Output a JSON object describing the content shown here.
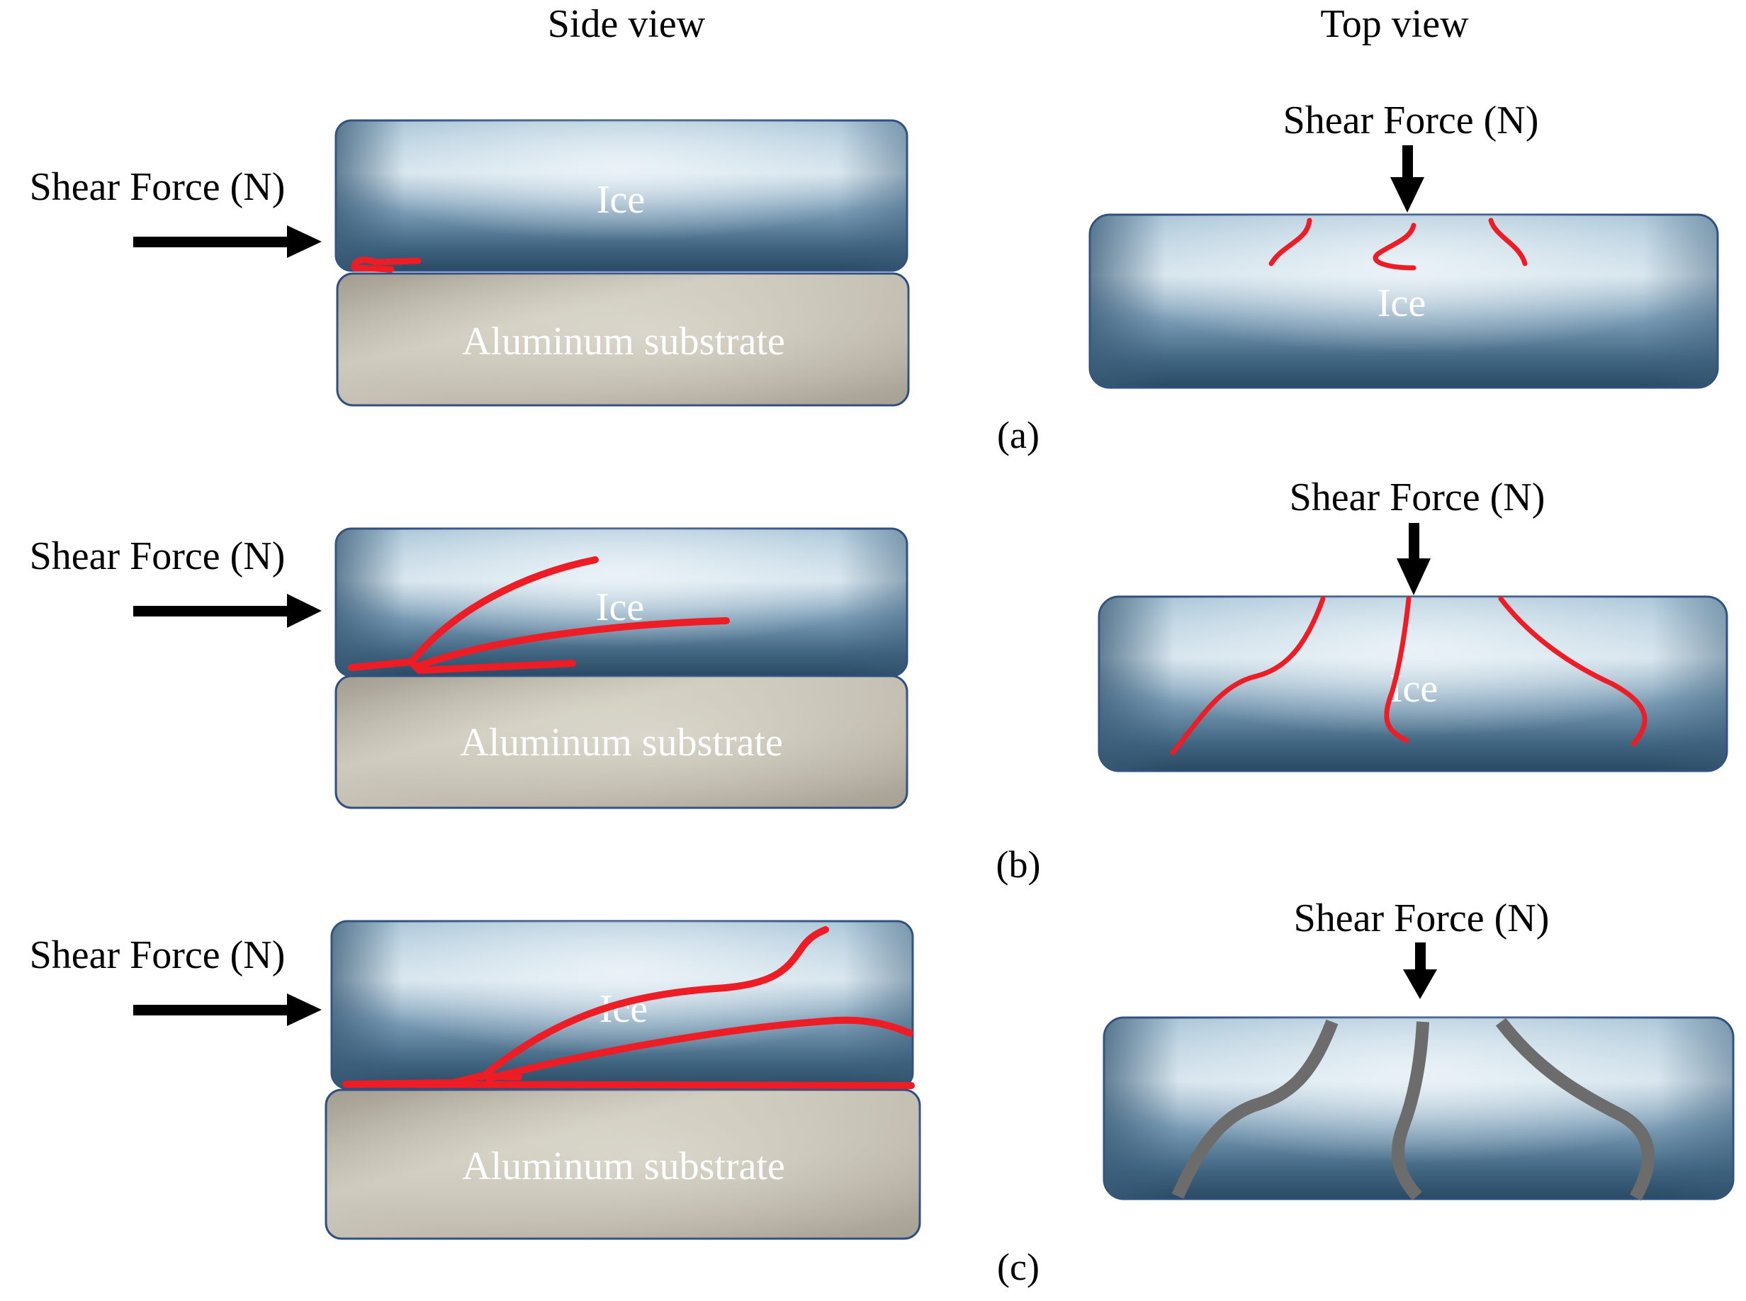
{
  "headers": {
    "side_view": "Side view",
    "top_view": "Top view"
  },
  "labels": {
    "shear_force": "Shear Force (N)",
    "ice": "Ice",
    "substrate": "Aluminum substrate"
  },
  "panels": [
    {
      "id": "a",
      "caption": "(a)"
    },
    {
      "id": "b",
      "caption": "(b)"
    },
    {
      "id": "c",
      "caption": "(c)"
    }
  ],
  "colors": {
    "crack_red": "#ee1c25",
    "crack_gray": "#6d6c6c",
    "block_border": "#2f4f82",
    "ice_light": "#c9dbe6",
    "ice_dark": "#2c4b66",
    "substrate_light": "#d3cfc2",
    "substrate_dark": "#9d978a",
    "arrow": "#000000"
  },
  "icons": [
    "right-arrow-icon",
    "down-arrow-icon"
  ]
}
